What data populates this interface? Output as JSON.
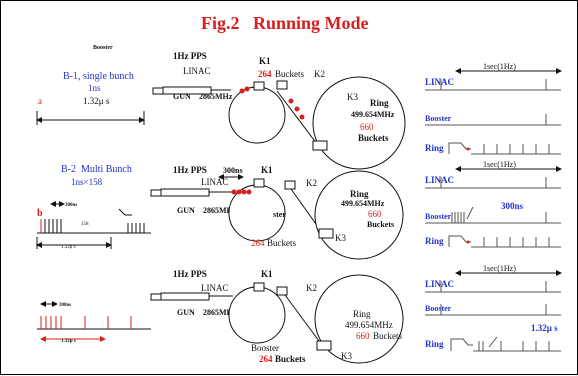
{
  "title": "Fig.2   Running Mode",
  "colors": {
    "red": "#d81e1e",
    "blue": "#2233cc",
    "black": "#111111",
    "grey": "#666666"
  },
  "rows": [
    {
      "left": {
        "booster_tag": "Booster",
        "mode": "B-1, single bunch",
        "pulse": "1ns",
        "marker": "a",
        "time": "1.32μ s"
      },
      "center": {
        "pps": "1Hz PPS",
        "linac": "LINAC",
        "gun": "GUN",
        "freq": "2865MHz",
        "k1": "K1",
        "linac_buckets": "264",
        "buckets_word": "Buckets",
        "k2": "K2",
        "k3": "K3",
        "ring": "Ring",
        "ring_freq": "499.654MHz",
        "ring_buckets": "660",
        "ring_buckets_word": "Buckets"
      },
      "right": {
        "period": "1sec(1Hz)",
        "linac": "LINAC",
        "booster": "Booster",
        "ring": "Ring"
      }
    },
    {
      "left": {
        "mode": "B-2  Multi Bunch",
        "pulse": "1ns×158",
        "marker": "b",
        "gap_label": "300ns",
        "count": "158",
        "time": "1.32μ s"
      },
      "center": {
        "pps": "1Hz PPS",
        "gap": "300ns",
        "k1": "K1",
        "linac": "LINAC",
        "gun": "GUN",
        "freq": "2865MHz",
        "booster_cut": "ster",
        "linac_buckets": "264",
        "buckets_word": "Buckets",
        "k2": "K2",
        "ring": "Ring",
        "ring_freq": "499.654MHz",
        "ring_buckets": "660",
        "ring_buckets_word": "Buckets",
        "k3": "K3"
      },
      "right": {
        "period": "1sec(1Hz)",
        "linac": "LINAC",
        "booster": "Booster",
        "gap": "300ns",
        "ring": "Ring"
      }
    },
    {
      "left": {
        "gap_label": "300ns",
        "time": "1.32μ s"
      },
      "center": {
        "pps": "1Hz PPS",
        "k1": "K1",
        "linac": "LINAC",
        "gun": "GUN",
        "freq": "2865MHz",
        "k2": "K2",
        "ring": "Ring",
        "ring_freq": "499.654MHz",
        "ring_buckets": "660",
        "ring_buckets_word": "Buckets",
        "booster": "Booster",
        "linac_buckets": "264",
        "buckets_word": "Buckets",
        "k3": "K3"
      },
      "right": {
        "period": "1sec(1Hz)",
        "linac": "LINAC",
        "booster": "Booster",
        "ring": "Ring",
        "time": "1.32μ s"
      }
    }
  ]
}
